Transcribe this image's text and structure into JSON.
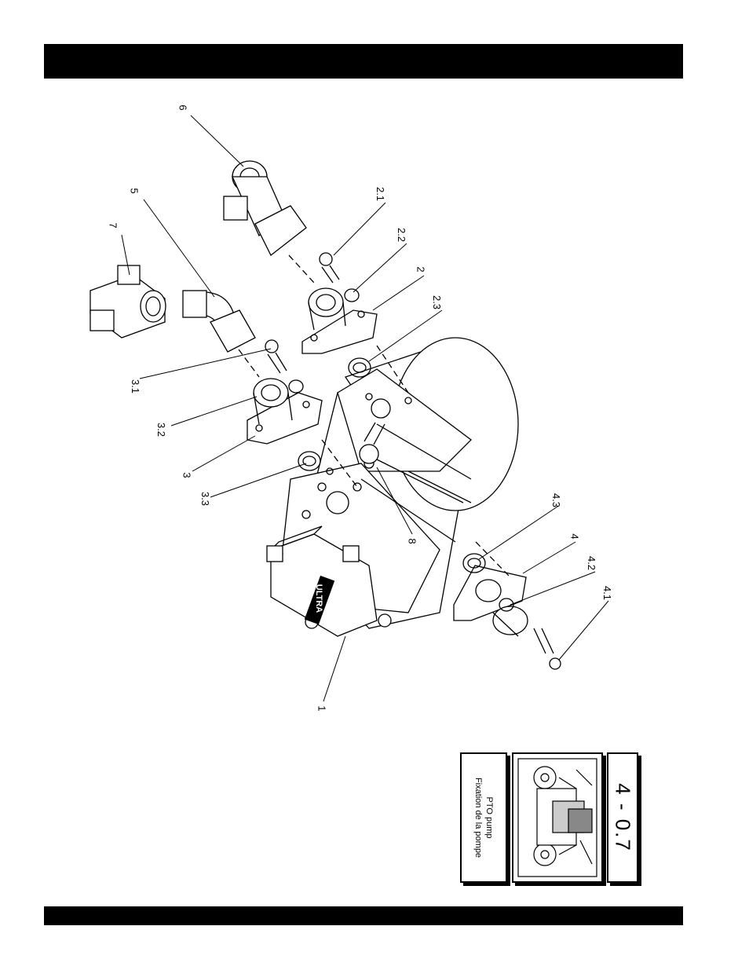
{
  "callouts": {
    "c6": "6",
    "c5": "5",
    "c7": "7",
    "c2_1": "2.1",
    "c2_2": "2.2",
    "c2": "2",
    "c2_3": "2.3",
    "c3_1": "3.1",
    "c3_2": "3.2",
    "c3": "3",
    "c3_3": "3.3",
    "c8": "8",
    "c4_3": "4.3",
    "c4": "4",
    "c4_2": "4.2",
    "c4_1": "4.1",
    "c1": "1"
  },
  "brand_marking": "ULTRA",
  "panel": {
    "caption_en": "PTO pump",
    "caption_fr": "Fixation de la pompe",
    "section_code": "4 - 0.7"
  },
  "colors": {
    "ink": "#000000",
    "paper": "#ffffff"
  }
}
